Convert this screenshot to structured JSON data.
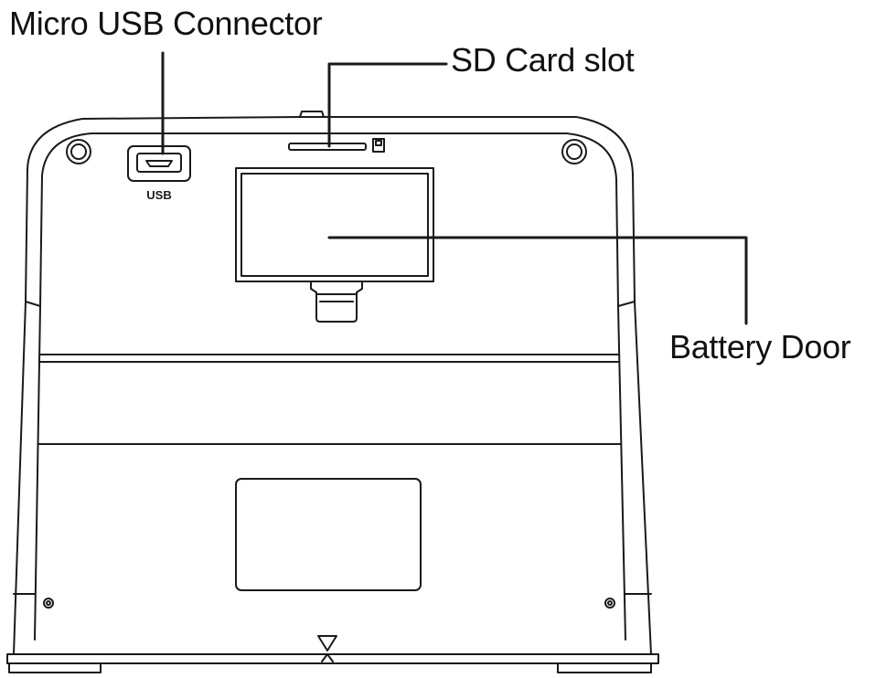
{
  "callouts": {
    "micro_usb": "Micro USB Connector",
    "sd_card": "SD Card slot",
    "battery_door": "Battery Door"
  },
  "device": {
    "usb_port_label": "USB"
  },
  "colors": {
    "line": "#1a1a1a",
    "background": "#ffffff"
  }
}
